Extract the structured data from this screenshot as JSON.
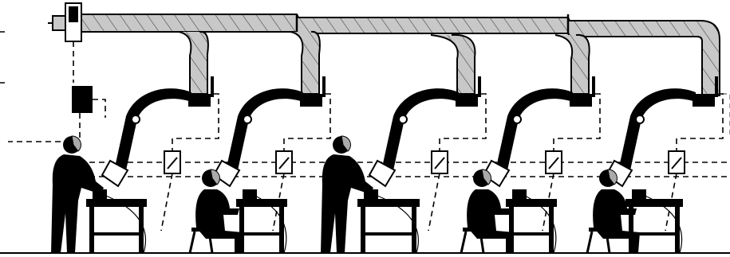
{
  "diagram": {
    "kind": "welding-fume-extraction-system",
    "colors": {
      "ink": "#000000",
      "duct_fill": "#c8c8c8",
      "paper": "#ffffff",
      "faded_edge": "#9a9a9a"
    },
    "components": {
      "fan_unit": "fan-motor-unit",
      "control_box": "control-box",
      "main_duct": "main-extraction-duct",
      "stations": [
        {
          "id": 1,
          "posture": "standing"
        },
        {
          "id": 2,
          "posture": "seated"
        },
        {
          "id": 3,
          "posture": "standing"
        },
        {
          "id": 4,
          "posture": "seated"
        },
        {
          "id": 5,
          "posture": "seated"
        }
      ]
    }
  }
}
